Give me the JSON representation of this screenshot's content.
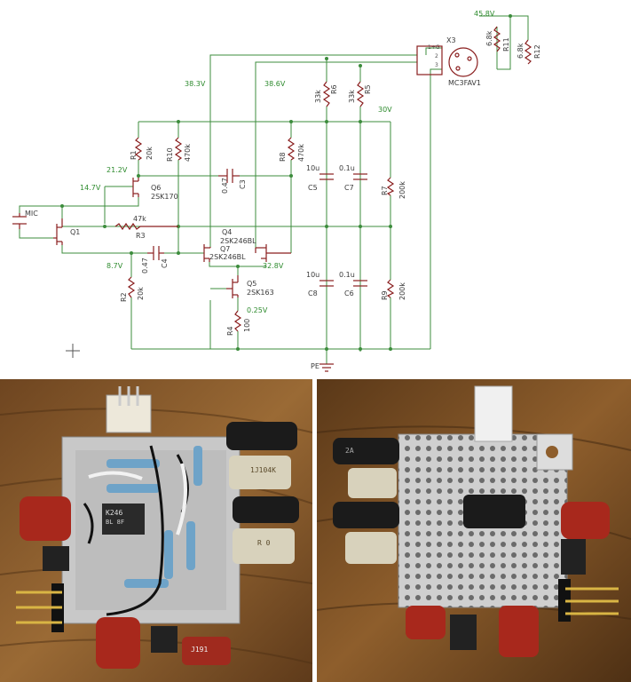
{
  "schematic": {
    "labels": {
      "mic": "MIC",
      "q1": "Q1",
      "q6": "Q6",
      "q6_type": "2SK170",
      "q4": "Q4",
      "q4_type": "2SK246BL",
      "q7": "Q7",
      "q7_type": "2SK246BL",
      "q5": "Q5",
      "q5_type": "2SK163",
      "r1": "R1",
      "r1_val": "20k",
      "r10": "R10",
      "r10_val": "470k",
      "r8": "R8",
      "r8_val": "470k",
      "r3": "R3",
      "r3_val": "47k",
      "r2": "R2",
      "r2_val": "20k",
      "r4": "R4",
      "r4_val": "100",
      "r6_val": "33k",
      "r6": "R6",
      "r5_val": "33k",
      "r5": "R5",
      "r7": "R7",
      "r7_val": "200k",
      "r9": "R9",
      "r9_val": "200k",
      "r11": "R11",
      "r11_val": "6.8k",
      "r12": "R12",
      "r12_val": "6.8k",
      "c3": "C3",
      "c3_val": "0.47",
      "c4": "C4",
      "c4_val": "0.47",
      "c5": "C5",
      "c5_val": "10u",
      "c7": "C7",
      "c7_val": "0.1u",
      "c8": "C8",
      "c8_val": "10u",
      "c6": "C6",
      "c6_val": "0.1u",
      "x3": "X3",
      "x3_type": "MC3FAV1",
      "pin1": "1+G",
      "pin2": "2",
      "pin3": "3",
      "pe": "PE"
    },
    "voltages": {
      "v458": "45.8V",
      "v383": "38.3V",
      "v386": "38.6V",
      "v30": "30V",
      "v212": "21.2V",
      "v147": "14.7V",
      "v87": "8.7V",
      "v328": "32.8V",
      "v025": "0.25V"
    }
  },
  "photos": {
    "left_chip_text": "K246",
    "left_chip_text2": "BL 8F",
    "left_cap_text": "1J104K",
    "left_film_text": "R 0",
    "left_red_text": "J191",
    "right_cap_text": "2A"
  },
  "colors": {
    "wire": "#3c8c3c",
    "part": "#8a1e1e",
    "label": "#3a3a3a",
    "voltage": "#2e8b2e",
    "wood": "#8a5a2a",
    "pcb": "#c9c9c9",
    "red_cap": "#a8281c",
    "electrolytic": "#1a1a1a",
    "film_cap": "#d8d2bc"
  }
}
